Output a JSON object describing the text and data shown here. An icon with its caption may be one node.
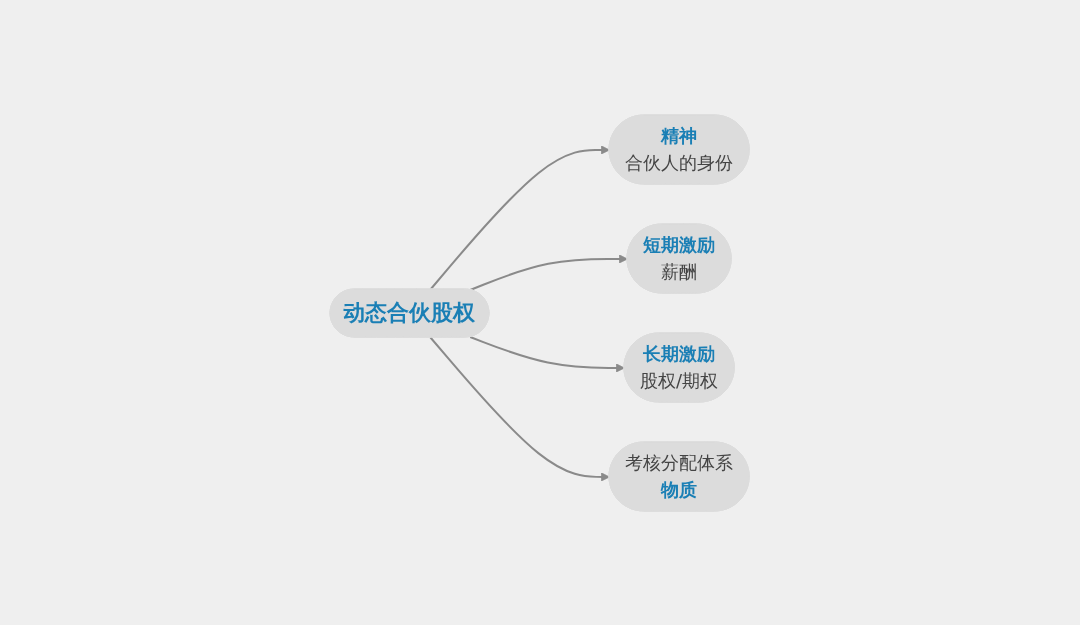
{
  "diagram": {
    "nodes": [
      {
        "text": [
          "动态合伙股权"
        ]
      },
      {
        "text": [
          "精神",
          "合伙人的身份"
        ]
      },
      {
        "text": [
          "短期激励",
          "薪酬"
        ]
      },
      {
        "text": [
          "长期激励",
          "股权/期权"
        ]
      },
      {
        "text": [
          "考核分配体系",
          "物质"
        ]
      }
    ],
    "edges": [
      {
        "from": 0,
        "to": 1,
        "arrow": "to"
      },
      {
        "from": 0,
        "to": 2,
        "arrow": "to"
      },
      {
        "from": 0,
        "to": 3,
        "arrow": "to"
      },
      {
        "from": 0,
        "to": 4,
        "arrow": "to"
      }
    ]
  }
}
